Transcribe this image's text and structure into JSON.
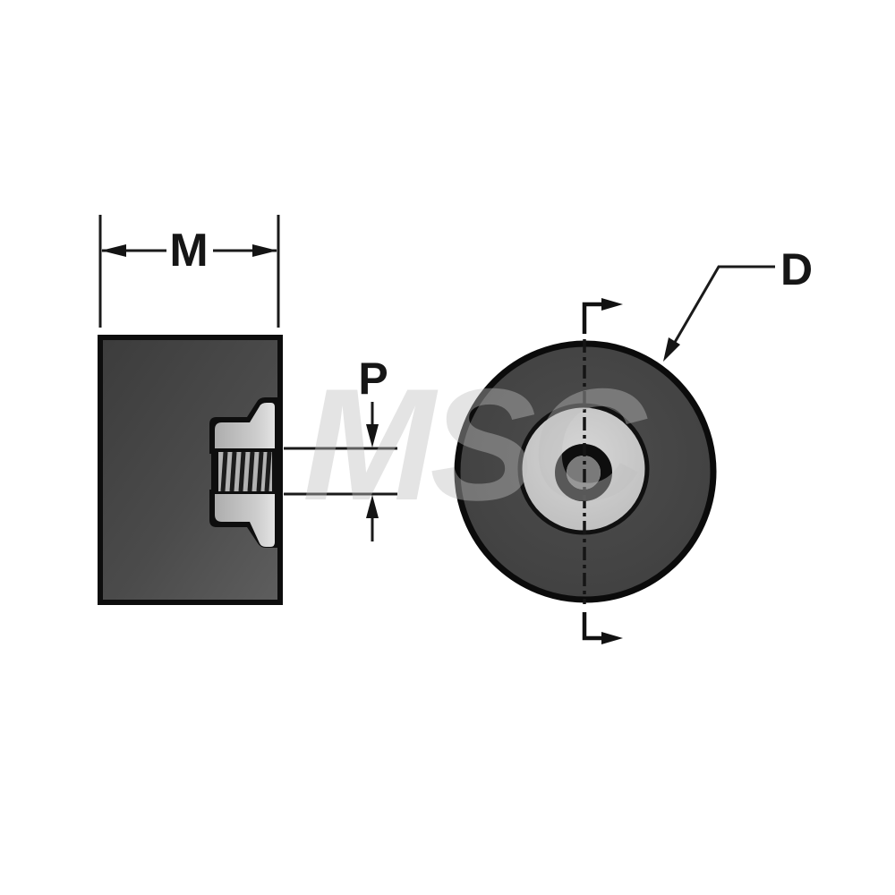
{
  "page": {
    "background": "#ffffff",
    "description": "Engineering line drawing of a cylindrical mount with tapped through-hole: sectioned side view at left, face view at right"
  },
  "watermark": {
    "text": "MSC"
  },
  "side_view": {
    "name": "sectioned-side-view",
    "thread_size_label": "M",
    "thread_depth_label": "P"
  },
  "front_view": {
    "name": "face-view",
    "outer_diameter_label": "D"
  },
  "colors": {
    "line": "#1a1a1a",
    "outline": "#0d0d0d",
    "body_dark": "#474747",
    "disc_dark": "#414141",
    "insert_light": "#c8c8c8",
    "thread_field": "#b2b2b2",
    "thread_stripe": "#1c1c1c",
    "washer_light": "#c9c9c9",
    "hub_hole": "#7a7a7a",
    "watermark": "#bebebe"
  }
}
